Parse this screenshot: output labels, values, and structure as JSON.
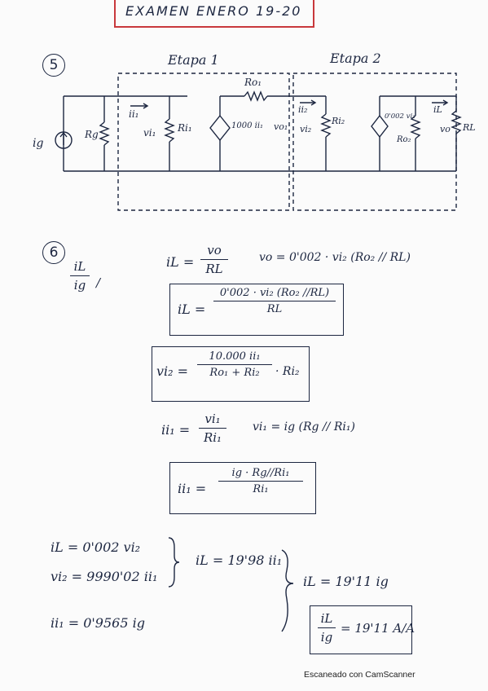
{
  "header": {
    "title": "EXAMEN  ENERO   19-20"
  },
  "problem5": {
    "number": "5",
    "stage1_label": "Etapa 1",
    "stage2_label": "Etapa 2",
    "labels": {
      "ig": "ig",
      "Rg": "Rg",
      "ii1": "ii₁",
      "vi1": "vi₁",
      "Ri1": "Ri₁",
      "Ro1": "Ro₁",
      "dep1": "1000 ii₁",
      "vo1": "vo₁",
      "ii2": "ii₂",
      "vi2": "vi₂",
      "Ri2": "Ri₂",
      "dep2": "0'002 vi₂",
      "Ro2": "Ro₂",
      "iL": "iL",
      "vo": "vo",
      "RL": "RL"
    }
  },
  "problem6": {
    "number": "6",
    "ratio": {
      "num": "iL",
      "den": "ig",
      "sep": "/"
    },
    "eq1": {
      "lhs": "iL =",
      "num": "vo",
      "den": "RL",
      "extra": "vo = 0'002 · vi₂ (Ro₂ // RL)"
    },
    "eq2": {
      "lhs": "iL =",
      "num": "0'002 · vi₂ (Ro₂ //RL)",
      "den": "RL"
    },
    "eq3": {
      "lhs": "vi₂ =",
      "num": "10.000 ii₁",
      "den": "Ro₁ + Ri₂",
      "tail": "· Ri₂"
    },
    "eq4": {
      "lhs": "ii₁ =",
      "num": "vi₁",
      "den": "Ri₁",
      "extra": "vi₁ = ig (Rg // Ri₁)"
    },
    "eq5": {
      "lhs": "ii₁ =",
      "num": "ig · Rg//Ri₁",
      "den": "Ri₁"
    },
    "results": {
      "r1": "iL = 0'002 vi₂",
      "r2": "vi₂ = 9990'02 ii₁",
      "r3": "ii₁ = 0'9565 ig",
      "r4": "iL = 19'98 ii₁",
      "r5": "iL = 19'11 ig",
      "final_num": "iL",
      "final_den": "ig",
      "final_value": "= 19'11 A/A"
    }
  },
  "footer": {
    "text": "Escaneado con CamScanner"
  }
}
